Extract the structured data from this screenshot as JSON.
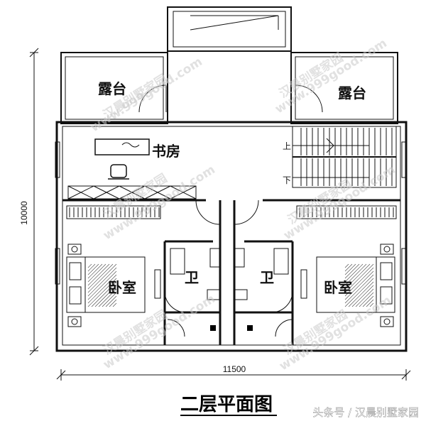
{
  "plan": {
    "title": "二层平面图",
    "width_dimension": "11500",
    "height_dimension": "10000",
    "rooms": {
      "terrace_left": "露台",
      "terrace_right": "露台",
      "study": "书房",
      "bedroom_left": "卧室",
      "bedroom_right": "卧室",
      "bath_left": "卫",
      "bath_right": "卫"
    },
    "stair_labels": {
      "up": "上",
      "down": "下"
    }
  },
  "watermark": {
    "brand": "汉晨别墅家园",
    "site": "www.999good.com"
  },
  "credit": "头条号 / 汉晨别墅家园",
  "colors": {
    "line": "#111111",
    "fill_dark": "#000000",
    "watermark": "#c9c9c9"
  }
}
